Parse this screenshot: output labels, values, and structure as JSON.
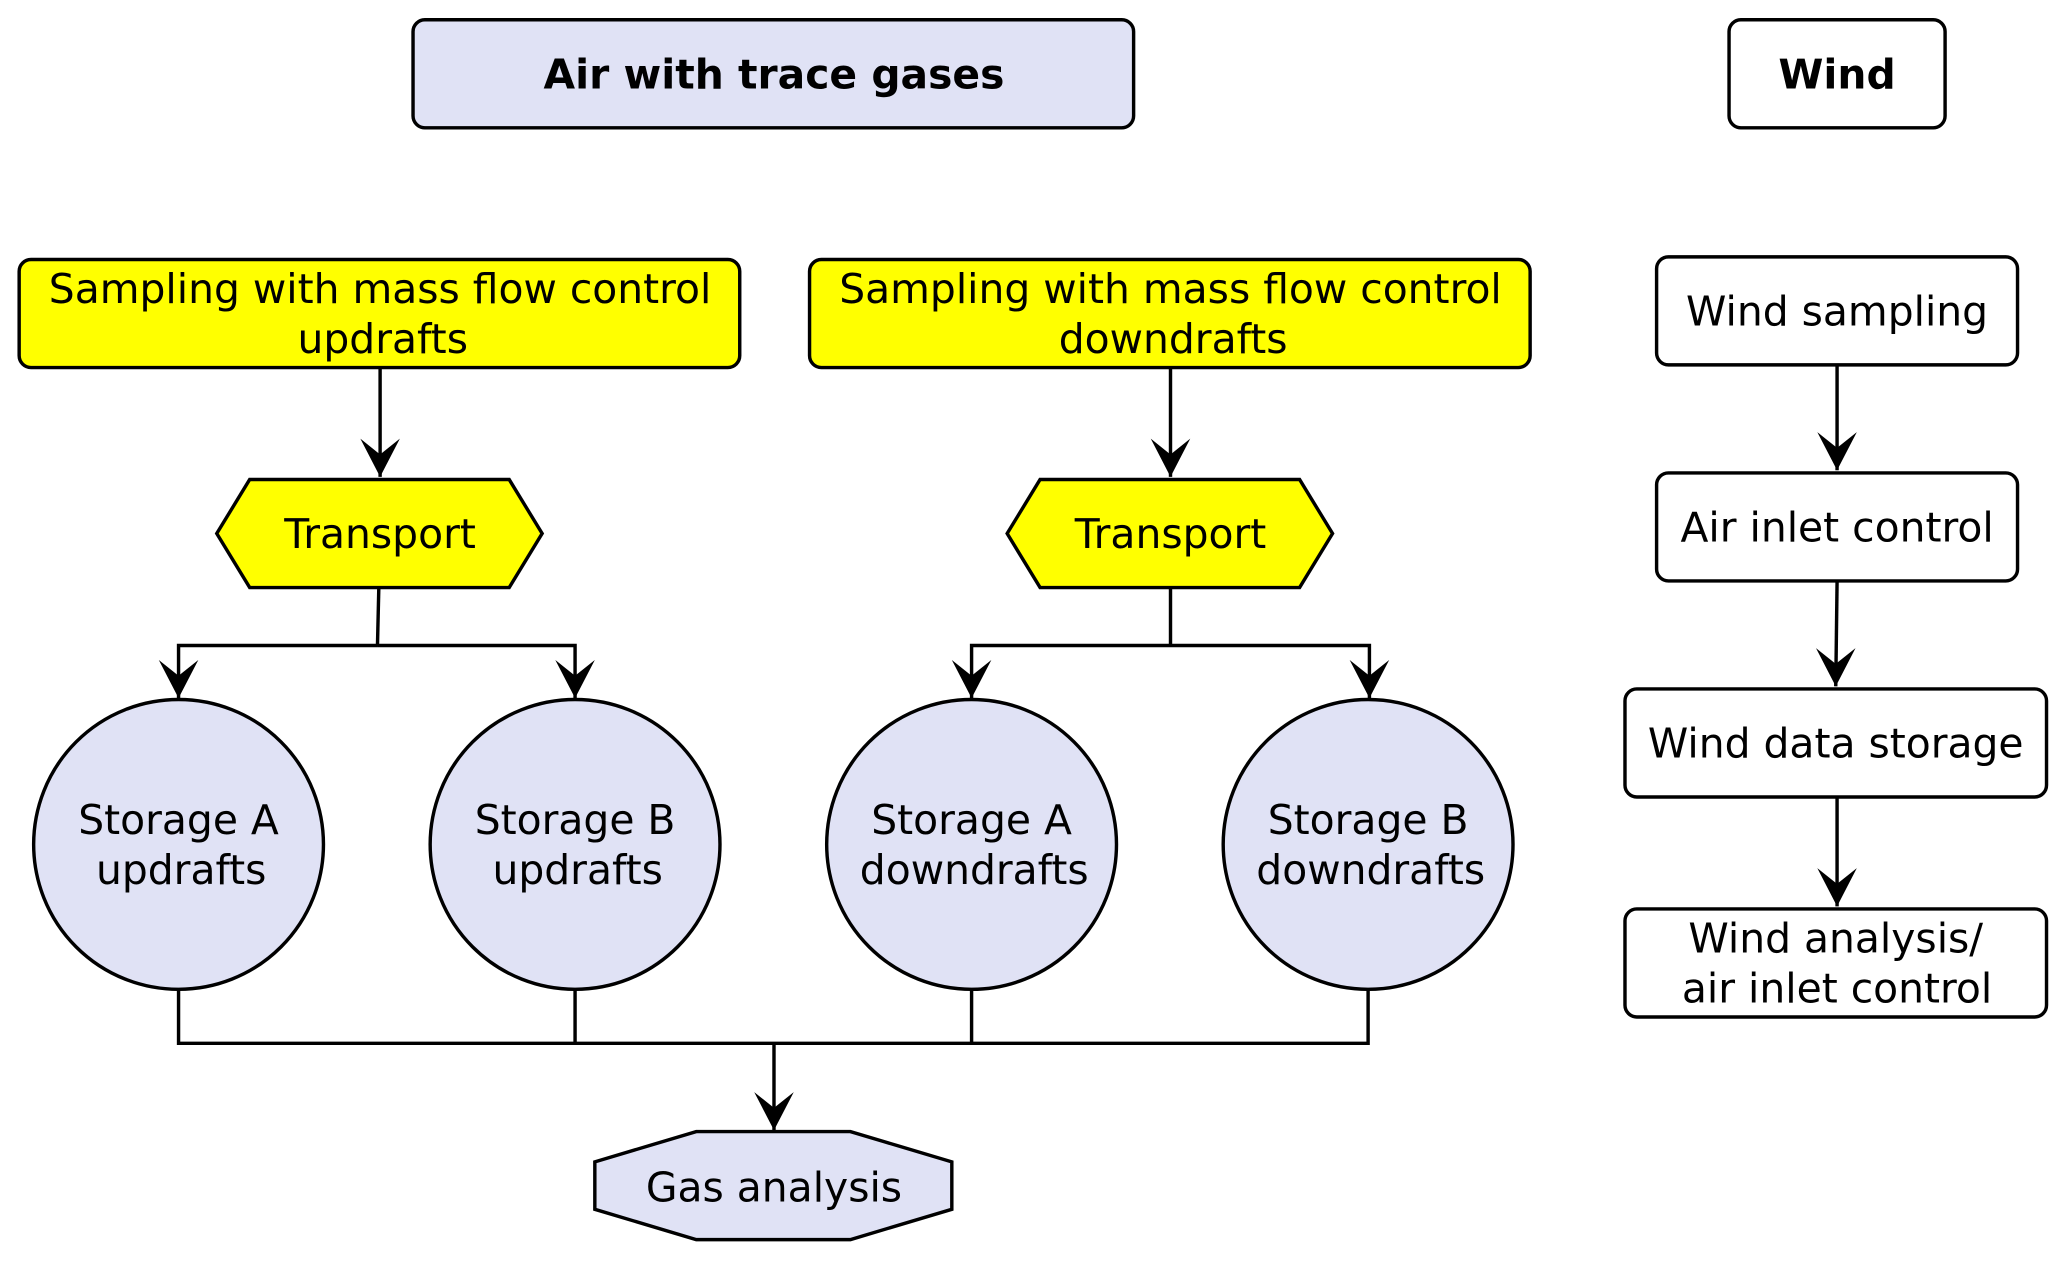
{
  "diagram": {
    "colors": {
      "lavender": "#e0e2f5",
      "yellow": "#ffff00",
      "white": "#ffffff",
      "stroke": "#000000"
    },
    "nodes": {
      "air": {
        "lines": [
          "Air with trace gases"
        ],
        "shape": "rounded-rect",
        "fill": "lavender",
        "bold": true
      },
      "wind": {
        "lines": [
          "Wind"
        ],
        "shape": "rounded-rect",
        "fill": "white",
        "bold": true
      },
      "sample_up": {
        "lines": [
          "Sampling with mass flow control",
          "updrafts"
        ],
        "shape": "rounded-rect",
        "fill": "yellow"
      },
      "sample_down": {
        "lines": [
          "Sampling with mass flow control",
          "downdrafts"
        ],
        "shape": "rounded-rect",
        "fill": "yellow"
      },
      "transport_up": {
        "lines": [
          "Transport"
        ],
        "shape": "hexagon",
        "fill": "yellow"
      },
      "transport_down": {
        "lines": [
          "Transport"
        ],
        "shape": "hexagon",
        "fill": "yellow"
      },
      "storA_up": {
        "lines": [
          "Storage A",
          "updrafts"
        ],
        "shape": "circle",
        "fill": "lavender"
      },
      "storB_up": {
        "lines": [
          "Storage B",
          "updrafts"
        ],
        "shape": "circle",
        "fill": "lavender"
      },
      "storA_down": {
        "lines": [
          "Storage A",
          "downdrafts"
        ],
        "shape": "circle",
        "fill": "lavender"
      },
      "storB_down": {
        "lines": [
          "Storage B",
          "downdrafts"
        ],
        "shape": "circle",
        "fill": "lavender"
      },
      "gas": {
        "lines": [
          "Gas analysis"
        ],
        "shape": "octagon",
        "fill": "lavender"
      },
      "wind_sampling": {
        "lines": [
          "Wind sampling"
        ],
        "shape": "rounded-rect",
        "fill": "white"
      },
      "air_inlet": {
        "lines": [
          "Air inlet control"
        ],
        "shape": "rounded-rect",
        "fill": "white"
      },
      "wind_storage": {
        "lines": [
          "Wind data storage"
        ],
        "shape": "rounded-rect",
        "fill": "white"
      },
      "wind_analysis": {
        "lines": [
          "Wind analysis/",
          "air inlet control"
        ],
        "shape": "rounded-rect",
        "fill": "white"
      }
    },
    "edges": [
      {
        "from": "sample_up",
        "to": "transport_up"
      },
      {
        "from": "sample_down",
        "to": "transport_down"
      },
      {
        "from": "transport_up",
        "to": "storA_up"
      },
      {
        "from": "transport_up",
        "to": "storB_up"
      },
      {
        "from": "transport_down",
        "to": "storA_down"
      },
      {
        "from": "transport_down",
        "to": "storB_down"
      },
      {
        "from": "storA_up",
        "to": "gas"
      },
      {
        "from": "storB_up",
        "to": "gas"
      },
      {
        "from": "storA_down",
        "to": "gas"
      },
      {
        "from": "storB_down",
        "to": "gas"
      },
      {
        "from": "wind_sampling",
        "to": "air_inlet"
      },
      {
        "from": "air_inlet",
        "to": "wind_storage"
      },
      {
        "from": "wind_storage",
        "to": "wind_analysis"
      }
    ]
  }
}
